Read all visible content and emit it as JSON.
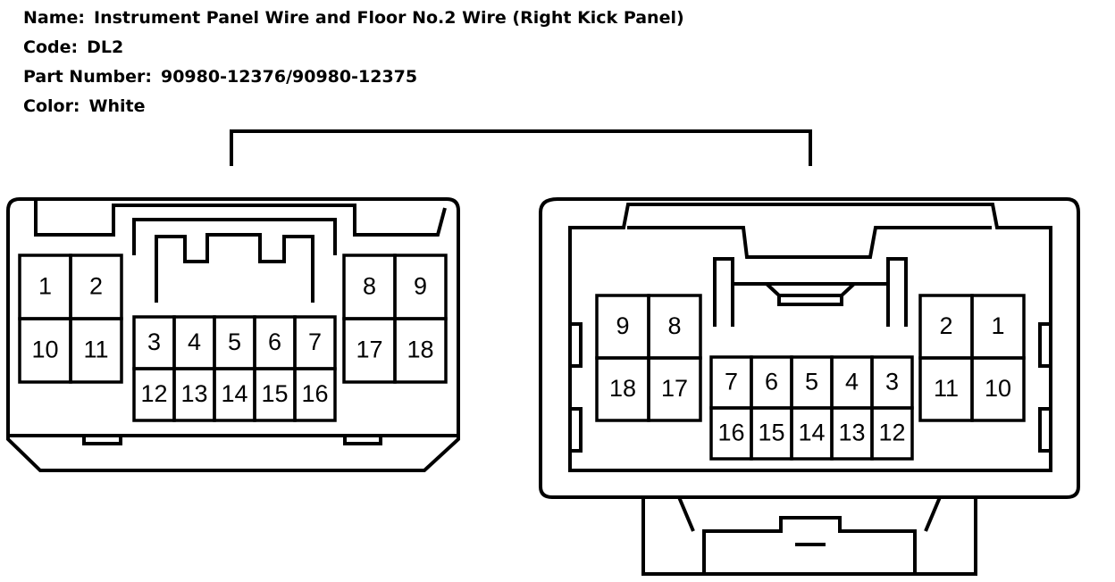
{
  "header": {
    "name_label": "Name:",
    "name_value": "Instrument Panel Wire and Floor No.2 Wire (Right Kick Panel)",
    "code_label": "Code:",
    "code_value": "DL2",
    "part_label": "Part Number:",
    "part_value": "90980-12376/90980-12375",
    "color_label": "Color:",
    "color_value": "White"
  },
  "left_connector": {
    "outer_left_grid": [
      "1",
      "2",
      "10",
      "11"
    ],
    "center_grid": [
      "3",
      "4",
      "5",
      "6",
      "7",
      "12",
      "13",
      "14",
      "15",
      "16"
    ],
    "outer_right_grid": [
      "8",
      "9",
      "17",
      "18"
    ]
  },
  "right_connector": {
    "outer_left_grid": [
      "9",
      "8",
      "18",
      "17"
    ],
    "center_grid": [
      "7",
      "6",
      "5",
      "4",
      "3",
      "16",
      "15",
      "14",
      "13",
      "12"
    ],
    "outer_right_grid": [
      "2",
      "1",
      "11",
      "10"
    ]
  },
  "colors": {
    "line": "#000000",
    "background": "#ffffff"
  }
}
